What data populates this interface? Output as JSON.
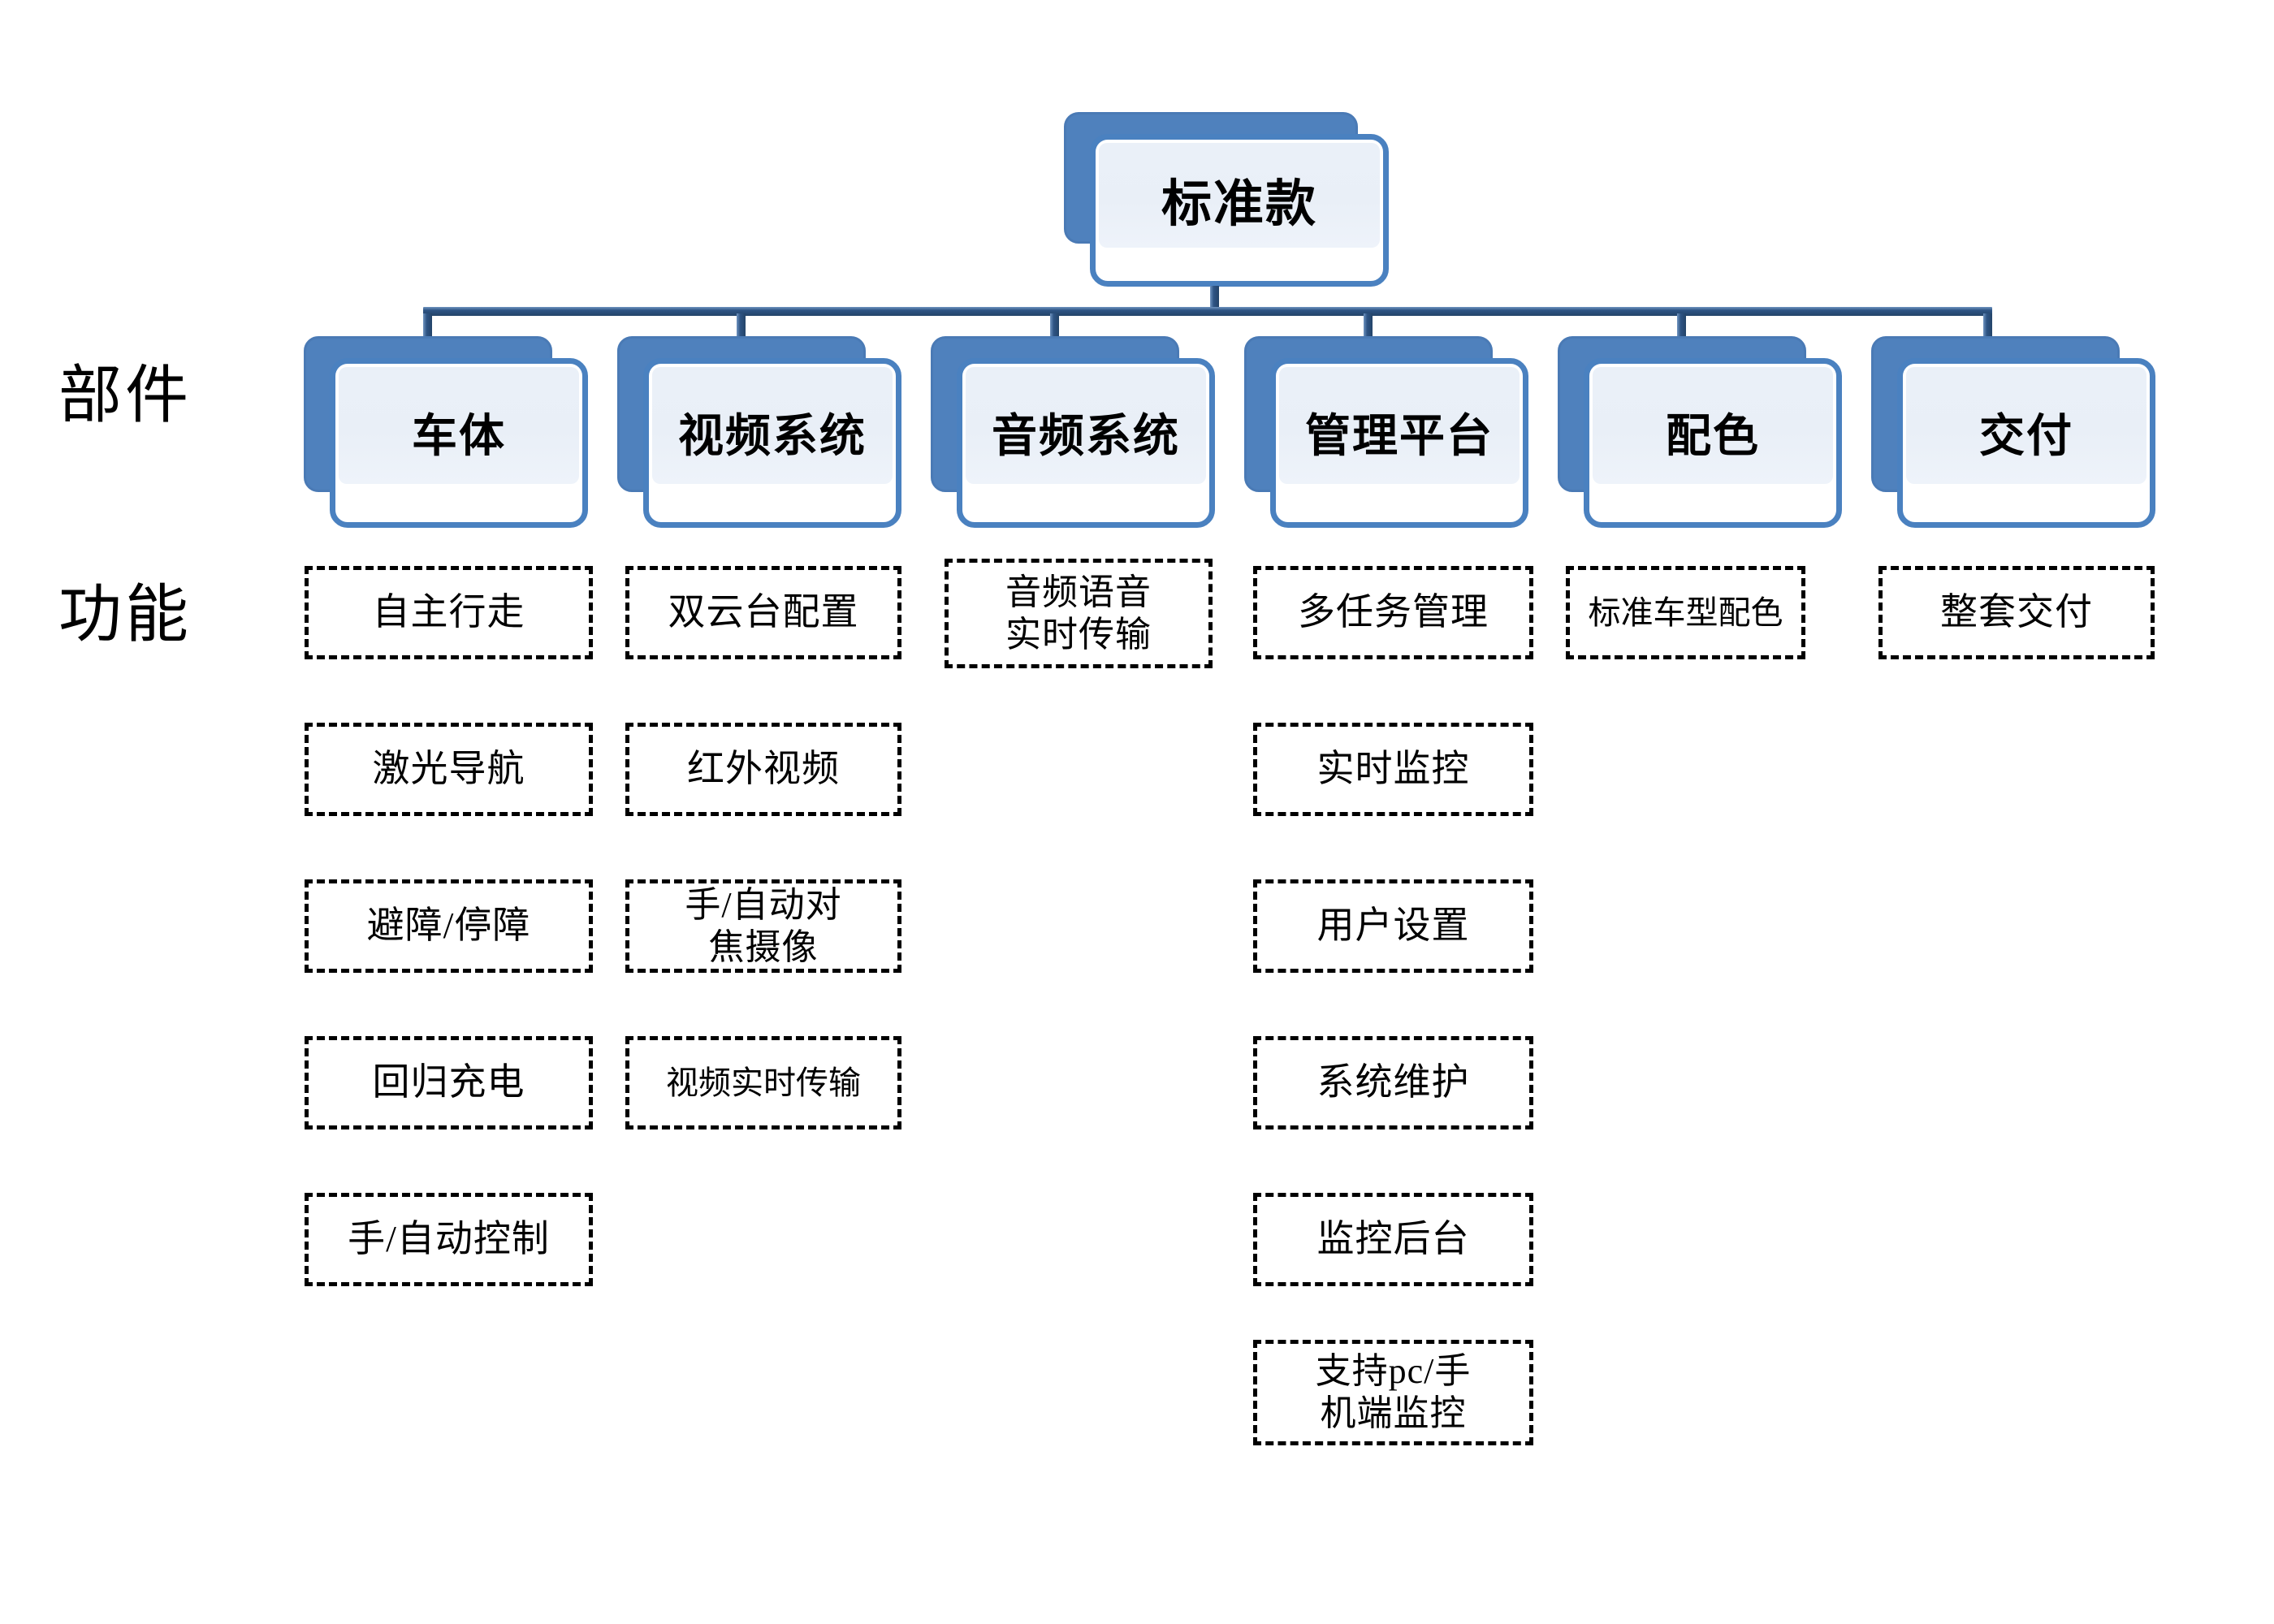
{
  "diagram": {
    "title": "标准款",
    "row_labels": {
      "components": "部件",
      "functions": "功能"
    },
    "colors": {
      "node_fill": "#4f81bd",
      "node_border": "#4a81c0",
      "node_inner": "#eaf0f8",
      "connector": "#2e5484",
      "dashed_border": "#000000",
      "text": "#000000",
      "background": "#ffffff"
    },
    "root": {
      "label": "标准款"
    },
    "components": [
      {
        "label": "车体"
      },
      {
        "label": "视频系统"
      },
      {
        "label": "音频系统"
      },
      {
        "label": "管理平台"
      },
      {
        "label": "配色"
      },
      {
        "label": "交付"
      }
    ],
    "functions": [
      {
        "component": "车体",
        "items": [
          "自主行走",
          "激光导航",
          "避障/停障",
          "回归充电",
          "手/自动控制"
        ]
      },
      {
        "component": "视频系统",
        "items": [
          "双云台配置",
          "红外视频",
          "手/自动对\n焦摄像",
          "视频实时传输"
        ]
      },
      {
        "component": "音频系统",
        "items": [
          "音频语音\n实时传输"
        ]
      },
      {
        "component": "管理平台",
        "items": [
          "多任务管理",
          "实时监控",
          "用户设置",
          "系统维护",
          "监控后台",
          "支持pc/手\n机端监控"
        ]
      },
      {
        "component": "配色",
        "items": [
          "标准车型配色"
        ]
      },
      {
        "component": "交付",
        "items": [
          "整套交付"
        ]
      }
    ]
  }
}
